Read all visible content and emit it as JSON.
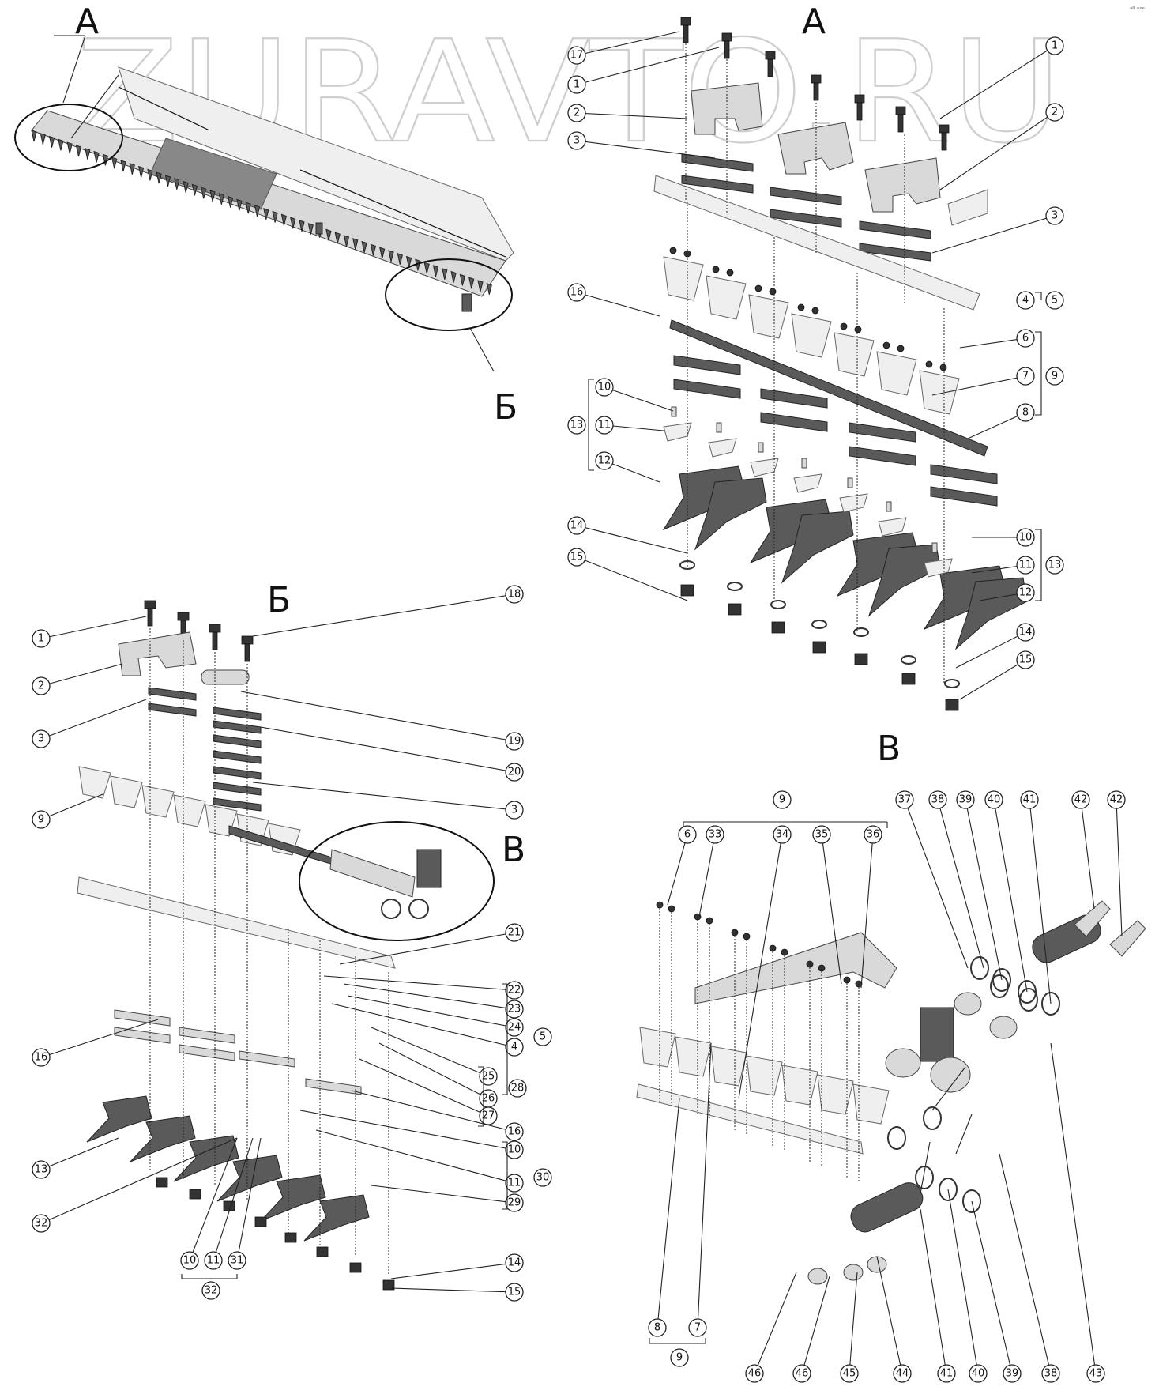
{
  "watermark": "ZURAVTO.RU",
  "corner_mark": "ᵃᴮ ᵉᵉᵉ",
  "view_labels": {
    "overview_A": "А",
    "overview_B": "Б",
    "detail_A": "А",
    "detail_B": "Б",
    "detail_V_callout": "В",
    "detail_V": "В"
  },
  "callouts_A": [
    "17",
    "1",
    "2",
    "3",
    "16",
    "10",
    "11",
    "13",
    "12",
    "14",
    "15",
    "1",
    "2",
    "3",
    "4",
    "5",
    "6",
    "7",
    "9",
    "8",
    "10",
    "11",
    "13",
    "12",
    "14",
    "15"
  ],
  "callouts_B": [
    "18",
    "1",
    "2",
    "3",
    "9",
    "19",
    "20",
    "3",
    "21",
    "22",
    "23",
    "24",
    "5",
    "4",
    "25",
    "26",
    "28",
    "27",
    "16",
    "16",
    "13",
    "10",
    "11",
    "30",
    "29",
    "32",
    "10",
    "11",
    "31",
    "32",
    "14",
    "15"
  ],
  "callouts_V": [
    "9",
    "6",
    "33",
    "34",
    "35",
    "36",
    "37",
    "38",
    "39",
    "40",
    "41",
    "42",
    "42",
    "8",
    "7",
    "9",
    "46",
    "46",
    "45",
    "44",
    "41",
    "40",
    "39",
    "38",
    "43"
  ]
}
